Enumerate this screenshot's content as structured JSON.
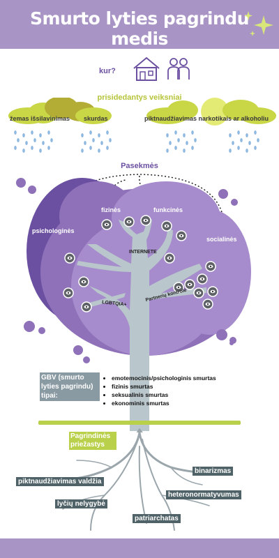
{
  "title": "Smurto lyties pagrindu medis",
  "where": {
    "label": "kur?"
  },
  "factors": {
    "title": "prisidedantys veiksniai",
    "items": [
      "žemas išsilavinimas",
      "skurdas",
      "piktnaudžiavimas narkotikais ar alkoholiu"
    ]
  },
  "consequences": {
    "title": "Pasekmės",
    "items": [
      "psichologinės",
      "fizinės",
      "funkcinės",
      "socialinės"
    ]
  },
  "tree_labels": [
    "INTERNETE",
    "LGBTQIA+",
    "Partnerių kontrolė"
  ],
  "gbv": {
    "title": "GBV (smurto lyties pagrindu) tipai:",
    "types": [
      "emotemocinis/psichologinis smurtas",
      "fizinis smurtas",
      "seksualinis smurtas",
      "ekonominis smurtas"
    ]
  },
  "causes": {
    "title": "Pagrindinės priežastys",
    "items": [
      "piktnaudžiavimas valdžia",
      "binarizmas",
      "lyčių nelygybė",
      "heteronormatyvumas",
      "patriarchatas"
    ]
  },
  "colors": {
    "header": "#a895c6",
    "canopy_dark": "#6b4fa0",
    "canopy_mid": "#8e71b8",
    "canopy_light": "#a68ccc",
    "trunk": "#b9c6cb",
    "ground": "#b8d04a",
    "cloud": "#c9d646",
    "rain": "#8fb8e0"
  }
}
